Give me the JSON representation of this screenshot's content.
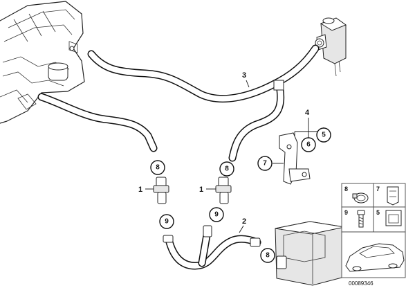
{
  "diagram": {
    "hose_labels": {
      "main_hose": "3",
      "lower_hose": "2",
      "bracket_group": "4"
    },
    "connector_labels": {
      "left_connector": "1",
      "center_connector": "1"
    },
    "bubbles": {
      "left_upper": "8",
      "left_lower": "9",
      "center_upper": "8",
      "center_lower": "9",
      "right_lower": "8",
      "bracket_six": "6",
      "bracket_five": "5",
      "bracket_seven": "7"
    },
    "legend": {
      "cell_a": "8",
      "cell_b": "7",
      "cell_c": "9",
      "cell_d": "5"
    },
    "reference_number": "00089346"
  }
}
